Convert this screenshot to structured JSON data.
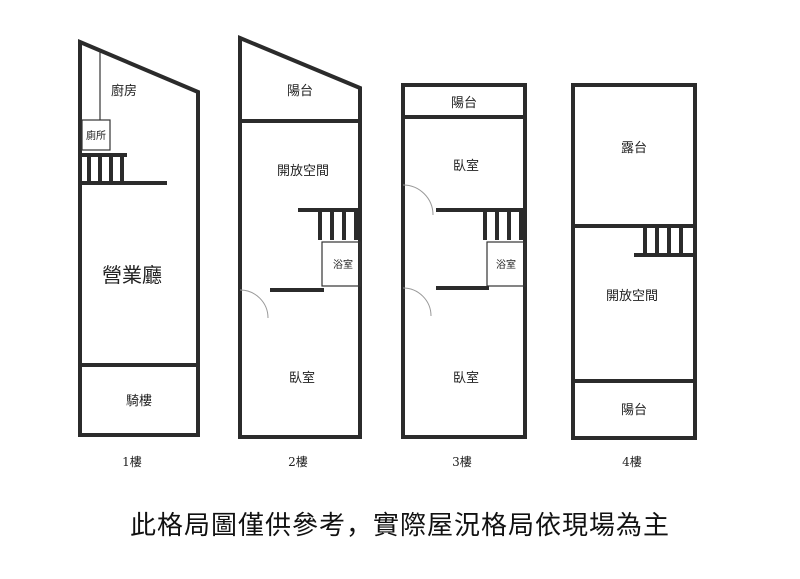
{
  "floors": [
    {
      "label": "1樓",
      "rooms": [
        "廚房",
        "廁所",
        "營業廳",
        "騎樓"
      ]
    },
    {
      "label": "2樓",
      "rooms": [
        "陽台",
        "開放空間",
        "浴室",
        "臥室"
      ]
    },
    {
      "label": "3樓",
      "rooms": [
        "陽台",
        "臥室",
        "浴室",
        "臥室"
      ]
    },
    {
      "label": "4樓",
      "rooms": [
        "露台",
        "開放空間",
        "陽台"
      ]
    }
  ],
  "disclaimer": "此格局圖僅供參考，實際屋況格局依現場為主"
}
